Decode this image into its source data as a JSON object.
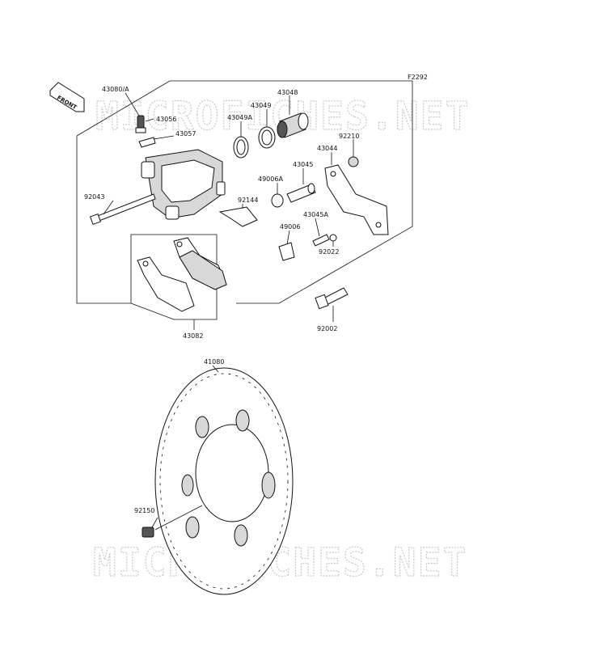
{
  "figure_code": "F2292",
  "front_label": "FRONT",
  "watermark": "MICROFICHES.NET",
  "parts": {
    "p43080A": "43080/A",
    "p43056": "43056",
    "p43057": "43057",
    "p43049A": "43049A",
    "p43049": "43049",
    "p43048": "43048",
    "p92210": "92210",
    "p43044": "43044",
    "p43045": "43045",
    "p49006A": "49006A",
    "p92144": "92144",
    "p92043": "92043",
    "p43045A": "43045A",
    "p49006": "49006",
    "p92022": "92022",
    "p43082": "43082",
    "p92002": "92002",
    "p41080": "41080",
    "p92150": "92150"
  }
}
